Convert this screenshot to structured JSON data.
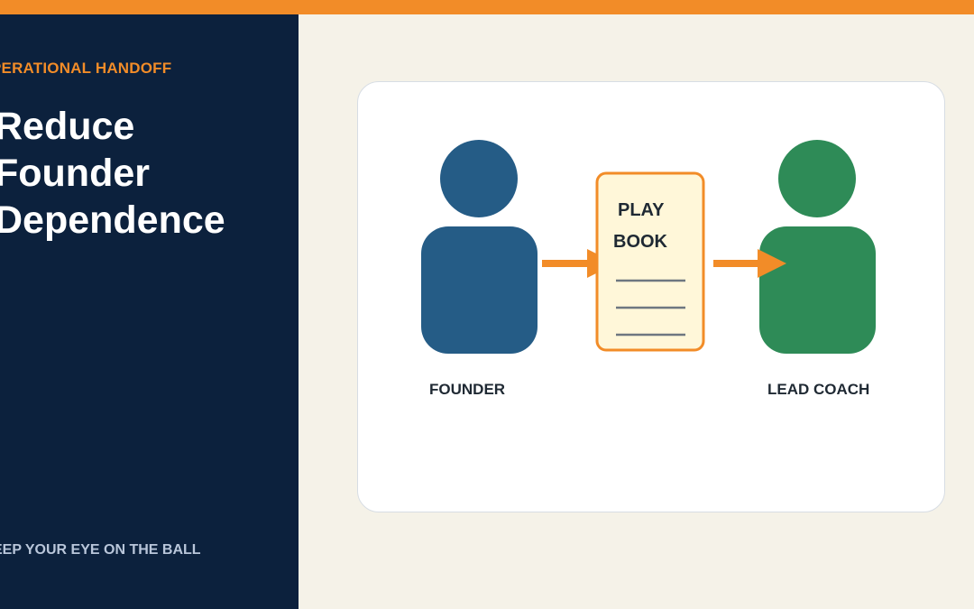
{
  "sidebar": {
    "eyebrow": "PERATIONAL HANDOFF",
    "title_lines": [
      "Reduce",
      "Founder",
      "Dependence"
    ],
    "footer": "EEP YOUR EYE ON THE BALL"
  },
  "diagram": {
    "founder_label": "FOUNDER",
    "coach_label": "LEAD COACH",
    "playbook_line1": "PLAY",
    "playbook_line2": "BOOK"
  },
  "colors": {
    "accent": "#f28c28",
    "sidebar_bg": "#0c213d",
    "page_bg": "#f5f2e8",
    "founder": "#255c86",
    "coach": "#2e8b57",
    "playbook_fill": "#fff7d9",
    "playbook_lines": "#6e7780"
  },
  "icons": [
    "founder-person-icon",
    "playbook-document-icon",
    "lead-coach-person-icon",
    "arrow-right-icon"
  ]
}
